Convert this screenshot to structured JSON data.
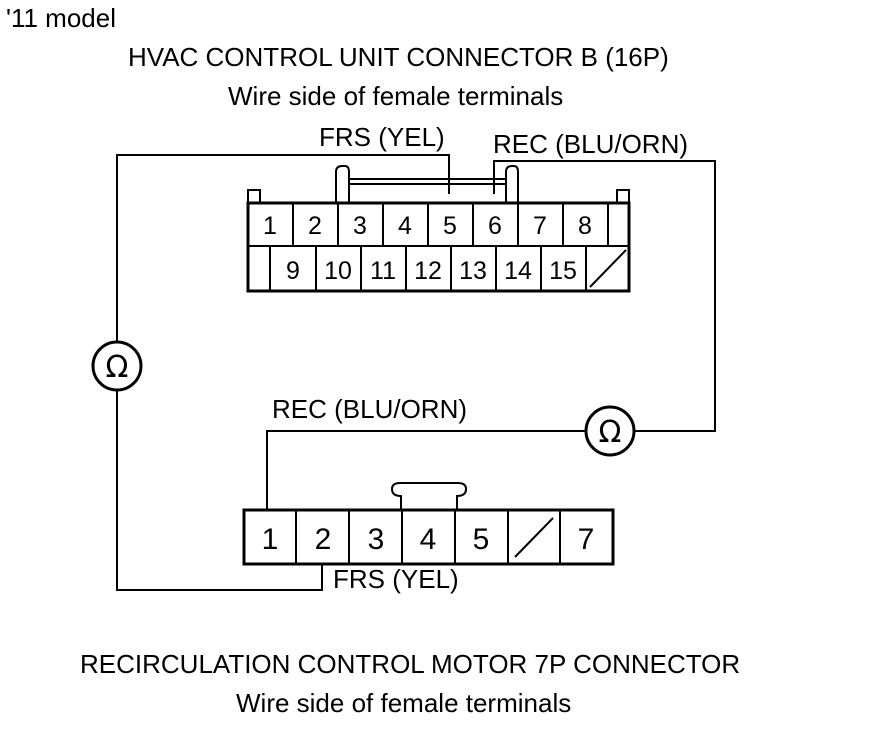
{
  "model_label": "'11 model",
  "top_connector": {
    "title": "HVAC CONTROL UNIT CONNECTOR B (16P)",
    "subtitle": "Wire side of female terminals",
    "row1_pins": [
      "1",
      "2",
      "3",
      "4",
      "5",
      "6",
      "7",
      "8"
    ],
    "row2_pins": [
      "",
      "9",
      "10",
      "11",
      "12",
      "13",
      "14",
      "15",
      ""
    ],
    "frs_label": "FRS (YEL)",
    "rec_label": "REC (BLU/ORN)"
  },
  "bottom_connector": {
    "title": "RECIRCULATION CONTROL MOTOR 7P CONNECTOR",
    "subtitle": "Wire side of female terminals",
    "pins": [
      "1",
      "2",
      "3",
      "4",
      "5",
      "",
      "7"
    ],
    "rec_label": "REC (BLU/ORN)",
    "frs_label": "FRS (YEL)"
  },
  "ohmmeter_symbol": "Ω"
}
